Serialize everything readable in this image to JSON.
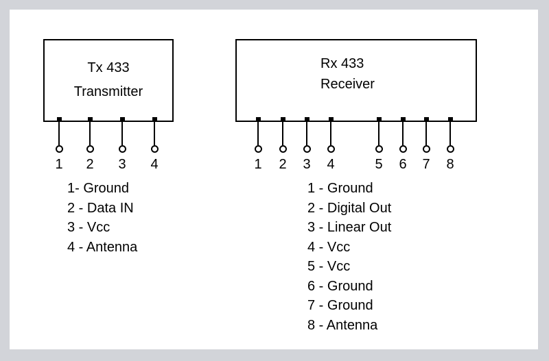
{
  "colors": {
    "frame": "#d2d4d9",
    "page": "#ffffff",
    "ink": "#000000"
  },
  "tx": {
    "title": "Tx 433",
    "subtitle": "Transmitter",
    "pins": [
      "1",
      "2",
      "3",
      "4"
    ],
    "legend": [
      "1- Ground",
      "2 - Data IN",
      "3 - Vcc",
      "4 - Antenna"
    ]
  },
  "rx": {
    "title": "Rx 433",
    "subtitle": "Receiver",
    "pins": [
      "1",
      "2",
      "3",
      "4",
      "5",
      "6",
      "7",
      "8"
    ],
    "legend": [
      "1 - Ground",
      "2 - Digital Out",
      "3 - Linear Out",
      "4 - Vcc",
      "5 - Vcc",
      "6 - Ground",
      "7 - Ground",
      "8 - Antenna"
    ]
  }
}
